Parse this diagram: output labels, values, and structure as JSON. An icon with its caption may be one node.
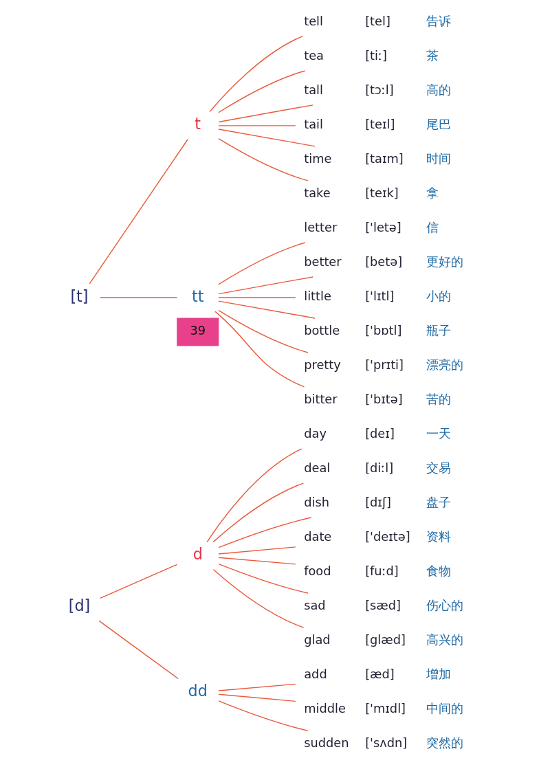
{
  "diagram": {
    "nodes": [
      {
        "text": [
          "[d]"
        ]
      },
      {
        "text": [
          "d"
        ]
      },
      {
        "text": [
          "dd"
        ]
      },
      {
        "text": [
          "day",
          "[deɪ]",
          "一天"
        ]
      },
      {
        "text": [
          "deal",
          "[diːl]",
          "交易"
        ]
      },
      {
        "text": [
          "dish",
          "[dɪʃ]",
          "盘子"
        ]
      },
      {
        "text": [
          "date",
          "['deɪtə]",
          "资料"
        ]
      },
      {
        "text": [
          "food",
          "[fuːd]",
          "食物"
        ]
      },
      {
        "text": [
          "sad",
          "[sæd]",
          "伤心的"
        ]
      },
      {
        "text": [
          "glad",
          "[glæd]",
          "高兴的"
        ]
      },
      {
        "text": [
          "add",
          "[æd]",
          "增加"
        ]
      },
      {
        "text": [
          "middle",
          "['mɪdl]",
          "中间的"
        ]
      },
      {
        "text": [
          "sudden",
          "['sʌdn]",
          "突然的"
        ]
      },
      {
        "text": [
          "[t]"
        ]
      },
      {
        "text": [
          "t"
        ]
      },
      {
        "text": [
          "tt"
        ]
      },
      {
        "text": [
          "tell",
          "[tel]",
          "告诉"
        ]
      },
      {
        "text": [
          "tea",
          "[tiː]",
          "茶"
        ]
      },
      {
        "text": [
          "tall",
          "[tɔːl]",
          "高的"
        ]
      },
      {
        "text": [
          "tail",
          "[teɪl]",
          "尾巴"
        ]
      },
      {
        "text": [
          "time",
          "[taɪm]",
          "时间"
        ]
      },
      {
        "text": [
          "take",
          "[teɪk]",
          "拿"
        ]
      },
      {
        "text": [
          "letter",
          "['letə]",
          "信"
        ]
      },
      {
        "text": [
          "better",
          "[betə]",
          "更好的"
        ]
      },
      {
        "text": [
          "little",
          "['lɪtl]",
          "小的"
        ]
      },
      {
        "text": [
          "bottle",
          "['bɒtl]",
          "瓶子"
        ]
      },
      {
        "text": [
          "pretty",
          "['prɪti]",
          "漂亮的"
        ]
      },
      {
        "text": [
          "bitter",
          "['bɪtə]",
          "苦的"
        ]
      }
    ],
    "edges": [
      {
        "from": 0,
        "to": 1,
        "arrow": "none"
      },
      {
        "from": 0,
        "to": 2,
        "arrow": "none"
      },
      {
        "from": 1,
        "to": 3,
        "arrow": "none"
      },
      {
        "from": 1,
        "to": 4,
        "arrow": "none"
      },
      {
        "from": 1,
        "to": 5,
        "arrow": "none"
      },
      {
        "from": 1,
        "to": 6,
        "arrow": "none"
      },
      {
        "from": 1,
        "to": 7,
        "arrow": "none"
      },
      {
        "from": 1,
        "to": 8,
        "arrow": "none"
      },
      {
        "from": 1,
        "to": 9,
        "arrow": "none"
      },
      {
        "from": 2,
        "to": 10,
        "arrow": "none"
      },
      {
        "from": 2,
        "to": 11,
        "arrow": "none"
      },
      {
        "from": 2,
        "to": 12,
        "arrow": "none"
      },
      {
        "from": 13,
        "to": 14,
        "arrow": "none"
      },
      {
        "from": 13,
        "to": 15,
        "arrow": "none"
      },
      {
        "from": 14,
        "to": 16,
        "arrow": "none"
      },
      {
        "from": 14,
        "to": 17,
        "arrow": "none"
      },
      {
        "from": 14,
        "to": 18,
        "arrow": "none"
      },
      {
        "from": 14,
        "to": 19,
        "arrow": "none"
      },
      {
        "from": 14,
        "to": 20,
        "arrow": "none"
      },
      {
        "from": 14,
        "to": 21,
        "arrow": "none"
      },
      {
        "from": 15,
        "to": 22,
        "arrow": "none"
      },
      {
        "from": 15,
        "to": 23,
        "arrow": "none"
      },
      {
        "from": 15,
        "to": 24,
        "arrow": "none"
      },
      {
        "from": 15,
        "to": 25,
        "arrow": "none"
      },
      {
        "from": 15,
        "to": 26,
        "arrow": "none"
      },
      {
        "from": 15,
        "to": 27,
        "arrow": "none"
      }
    ],
    "labels": [
      "39"
    ]
  }
}
